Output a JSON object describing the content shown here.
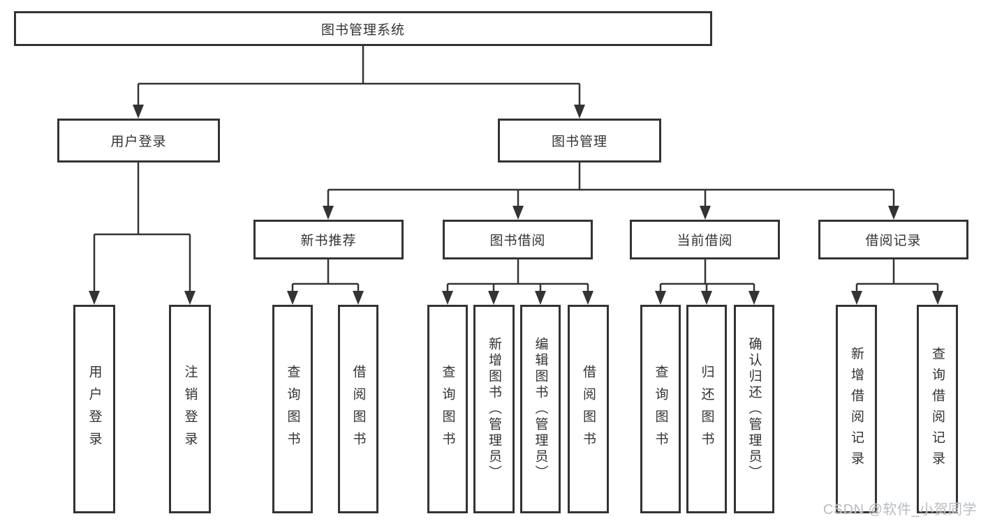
{
  "watermark": "CSDN @软件_小贺同学",
  "colors": {
    "line": "#333333",
    "box_border": "#333333",
    "text": "#333333",
    "watermark": "#b9bcc2",
    "background": "#ffffff"
  },
  "diagram": {
    "root": "图书管理系统",
    "level2": [
      "用户登录",
      "图书管理"
    ],
    "level3": [
      "新书推荐",
      "图书借阅",
      "当前借阅",
      "借阅记录"
    ],
    "leaves": {
      "user_login": [
        "用户登录",
        "注销登录"
      ],
      "new_books": [
        "查询图书",
        "借阅图书"
      ],
      "book_borrow": [
        "查询图书",
        "新增图书（管理员）",
        "编辑图书（管理员）",
        "借阅图书"
      ],
      "current_borrow": [
        "查询图书",
        "归还图书",
        "确认归还（管理员）"
      ],
      "borrow_records": [
        "新增借阅记录",
        "查询借阅记录"
      ]
    }
  }
}
